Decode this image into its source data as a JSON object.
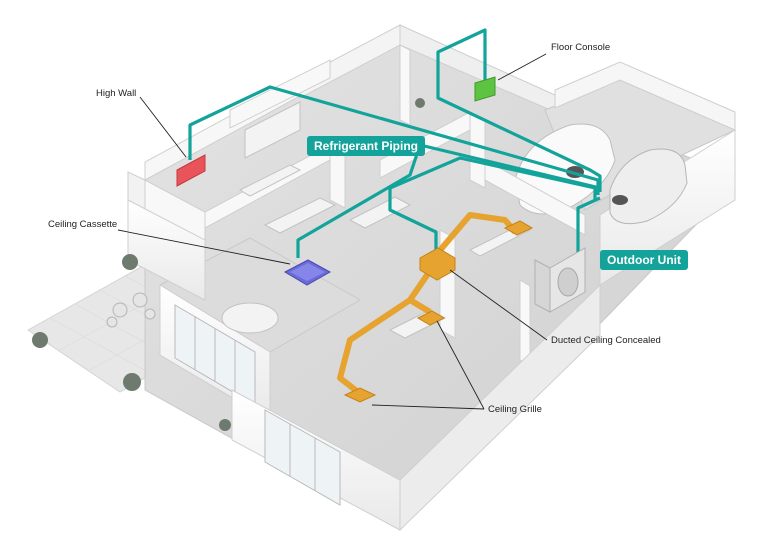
{
  "labels": {
    "high_wall": "High Wall",
    "floor_console": "Floor Console",
    "ceiling_cassette": "Ceiling Cassette",
    "ducted_ceiling_concealed": "Ducted Ceiling Concealed",
    "ceiling_grille": "Ceiling Grille",
    "refrigerant_piping": "Refrigerant Piping",
    "outdoor_unit": "Outdoor Unit"
  },
  "colors": {
    "piping": "#12a39a",
    "tag_bg": "#14a39a",
    "high_wall_unit": "#e8545a",
    "floor_console_unit": "#5cc440",
    "ceiling_cassette_unit": "#6a6ad8",
    "duct": "#e6a330",
    "walls": "#f4f4f4",
    "floor": "#d9d9d9"
  }
}
